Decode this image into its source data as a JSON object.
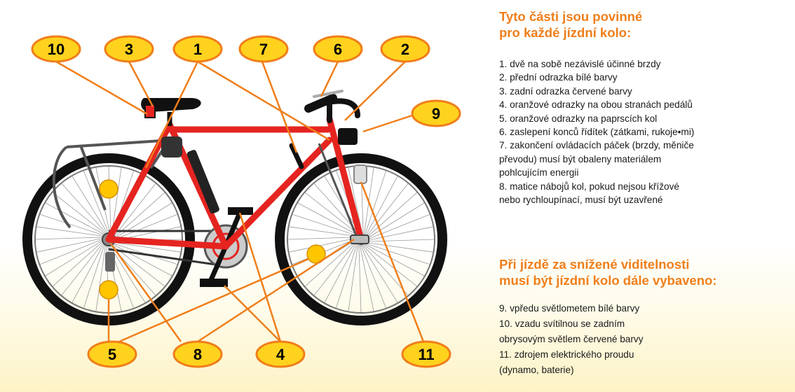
{
  "legend": {
    "title": "Tyto části jsou povinné\npro každé jízdní kolo:",
    "items": [
      "1. dvě na sobě nezávislé účinné brzdy",
      "2. přední odrazka bílé barvy",
      "3. zadní odrazka červené barvy",
      "4. oranžové odrazky na obou stranách pedálů",
      "5. oranžové odrazky na paprscích kol",
      "6. zaslepení konců řídítek (zátkami, rukoje•mi)",
      "7. zakončení ovládacích páček (brzdy, měniče\n   převodu) musí být obaleny materiálem\n   pohlcujícím energii",
      "8. matice nábojů kol, pokud nejsou křížové\n   nebo rychloupínací, musí být uzavřené"
    ]
  },
  "visibility": {
    "title": "Při jízdě za snížené viditelnosti\nmusí být jízdní kolo dále vybaveno:",
    "items": [
      "  9. vpředu světlometem bílé barvy",
      "10. vzadu svítilnou se zadním\n     obrysovým světlem červené barvy",
      "11. zdrojem elektrického proudu\n     (dynamo, baterie)"
    ]
  },
  "callouts": [
    "10",
    "3",
    "1",
    "7",
    "6",
    "2",
    "9",
    "5",
    "8",
    "4",
    "11"
  ],
  "colors": {
    "frame": "#e52420",
    "callout_fill": "#ffd21e",
    "callout_stroke": "#f07e1a",
    "reflector": "#ffc600",
    "heading": "#f07e1a"
  }
}
